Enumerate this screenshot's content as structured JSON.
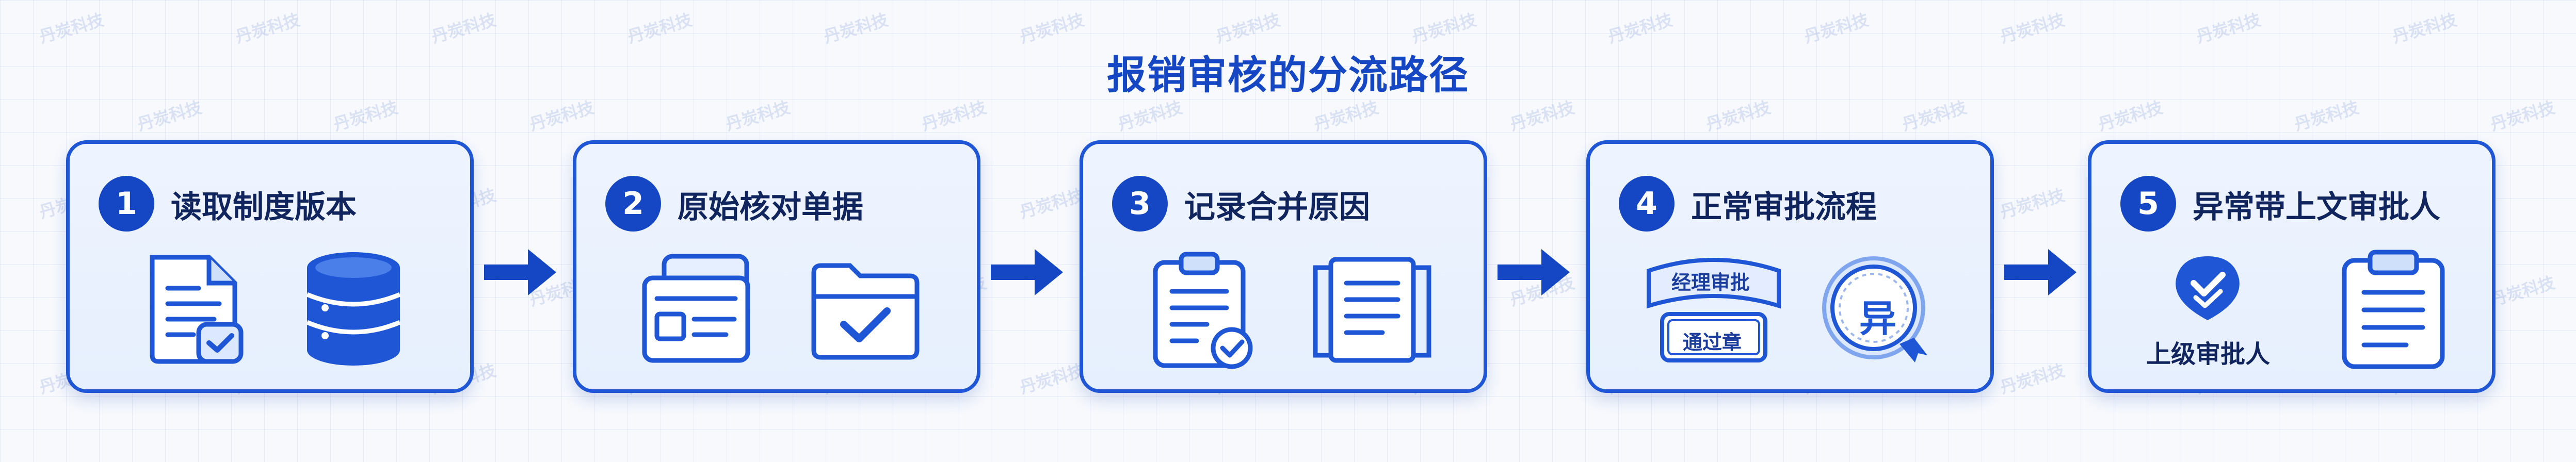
{
  "title": "报销审核的分流路径",
  "watermark": "丹炭科技",
  "steps": [
    {
      "number": "1",
      "label": "读取制度版本"
    },
    {
      "number": "2",
      "label": "原始核对单据"
    },
    {
      "number": "3",
      "label": "记录合并原因"
    },
    {
      "number": "4",
      "label": "正常审批流程",
      "stamp_top": "经理审批",
      "stamp_bottom": "通过章",
      "seal_char": "异"
    },
    {
      "number": "5",
      "label": "异常带上文审批人",
      "approver_label": "上级审批人"
    }
  ],
  "colors": {
    "primary": "#1547c4",
    "border": "#1e56d6",
    "card_bg": "#eaf1fe",
    "title": "#1547c4",
    "text": "#10245e"
  },
  "icons": [
    "document-check-icon",
    "database-icon",
    "form-document-icon",
    "folder-check-icon",
    "clipboard-check-icon",
    "folded-document-icon",
    "approval-stamp-icon",
    "seal-icon",
    "approver-badge-icon",
    "clipboard-list-icon",
    "arrow-right-icon"
  ]
}
